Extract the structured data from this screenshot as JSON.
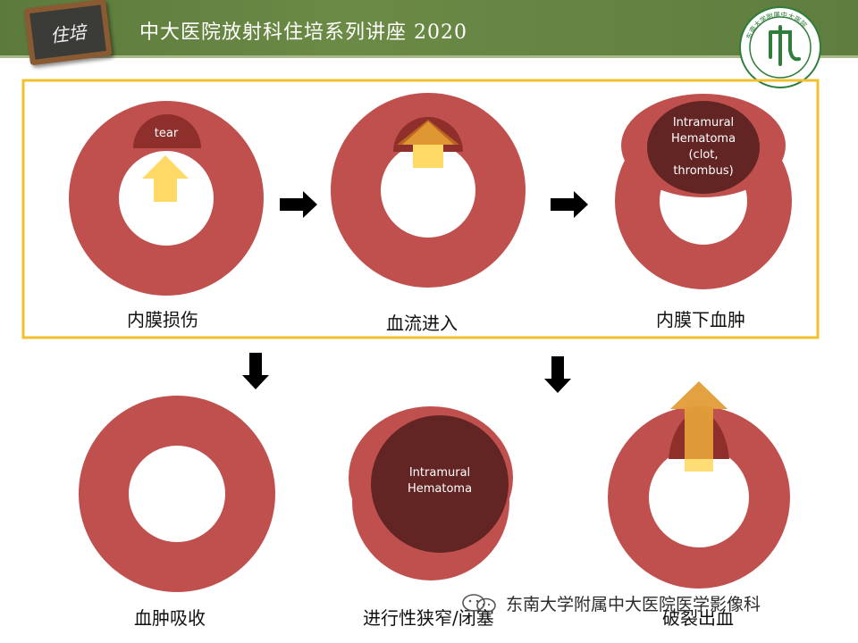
{
  "header": {
    "chalkboard_text": "住培",
    "title": "中大医院放射科住培系列讲座 2020",
    "logo_text": "东南大学附属中大医院"
  },
  "stages": {
    "intimal_tear": {
      "caption": "内膜损伤",
      "label": "tear"
    },
    "blood_entry": {
      "caption": "血流进入"
    },
    "intramural_hematoma": {
      "caption": "内膜下血肿",
      "label": [
        "Intramural",
        "Hematoma",
        "(clot,",
        "thrombus)"
      ]
    },
    "resorption": {
      "caption": "血肿吸收"
    },
    "stenosis": {
      "caption": "进行性狭窄/闭塞",
      "label": [
        "Intramural",
        "Hematoma"
      ]
    },
    "rupture": {
      "caption": "破裂出血"
    }
  },
  "watermark": {
    "text": "东南大学附属中大医院医学影像科"
  },
  "colors": {
    "vessel_wall": "#c0504d",
    "hematoma": "#632523",
    "tear_fill": "#8e2f2c",
    "arrow_yellow": "#ffd966",
    "arrow_orange": "#d07a1e",
    "frame": "#f2c12e",
    "banner": "#5f7d3f"
  }
}
